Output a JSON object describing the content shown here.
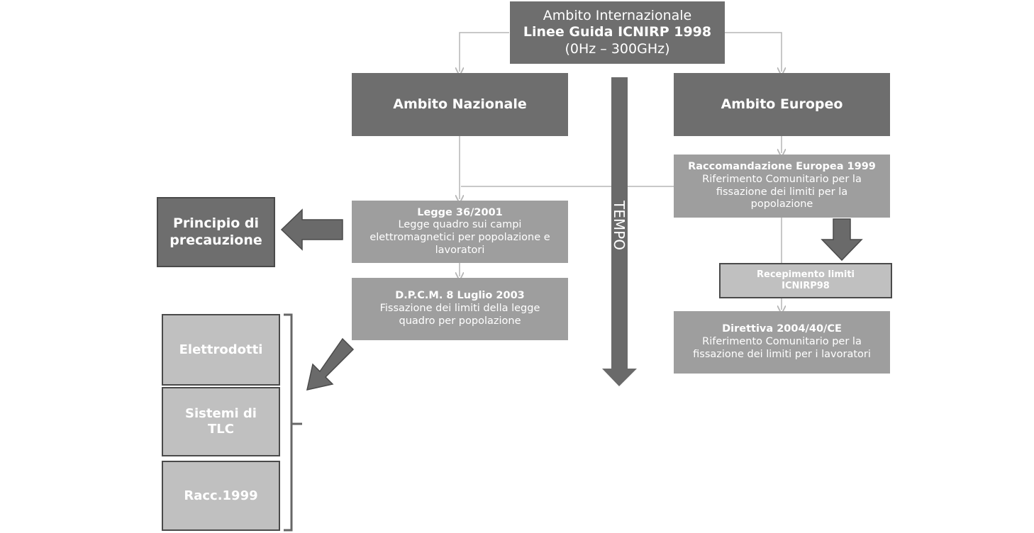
{
  "top": {
    "line1": "Ambito Internazionale",
    "line2": "Linee Guida ICNIRP 1998",
    "line3": "(0Hz – 300GHz)"
  },
  "nazionale": {
    "title": "Ambito Nazionale"
  },
  "europeo": {
    "title": "Ambito Europeo"
  },
  "tempo": {
    "label": "TEMPO"
  },
  "raccomandazione": {
    "title": "Raccomandazione Europea 1999",
    "lines": [
      "Riferimento Comunitario per la",
      "fissazione dei limiti per la",
      "popolazione"
    ]
  },
  "legge": {
    "title": "Legge 36/2001",
    "lines": [
      "Legge quadro sui campi",
      "elettromagnetici per popolazione e",
      "lavoratori"
    ]
  },
  "dpcm": {
    "title": "D.P.C.M. 8 Luglio 2003",
    "lines": [
      "Fissazione dei limiti della legge",
      "quadro per popolazione"
    ]
  },
  "recepimento": {
    "line1": "Recepimento limiti",
    "line2": "ICNIRP98"
  },
  "direttiva": {
    "title": "Direttiva 2004/40/CE",
    "lines": [
      "Riferimento Comunitario per la",
      "fissazione dei limiti per i lavoratori"
    ]
  },
  "principio": {
    "line1": "Principio di",
    "line2": "precauzione"
  },
  "categories": {
    "elettrodotti": "Elettrodotti",
    "sistemi_line1": "Sistemi di",
    "sistemi_line2": "TLC",
    "racc": "Racc.1999"
  },
  "colors": {
    "dark": "#6e6e6e",
    "mid": "#9e9e9e",
    "light": "#c0c0c0",
    "connector": "#b5b5b5",
    "arrow": "#6a6a6a"
  }
}
